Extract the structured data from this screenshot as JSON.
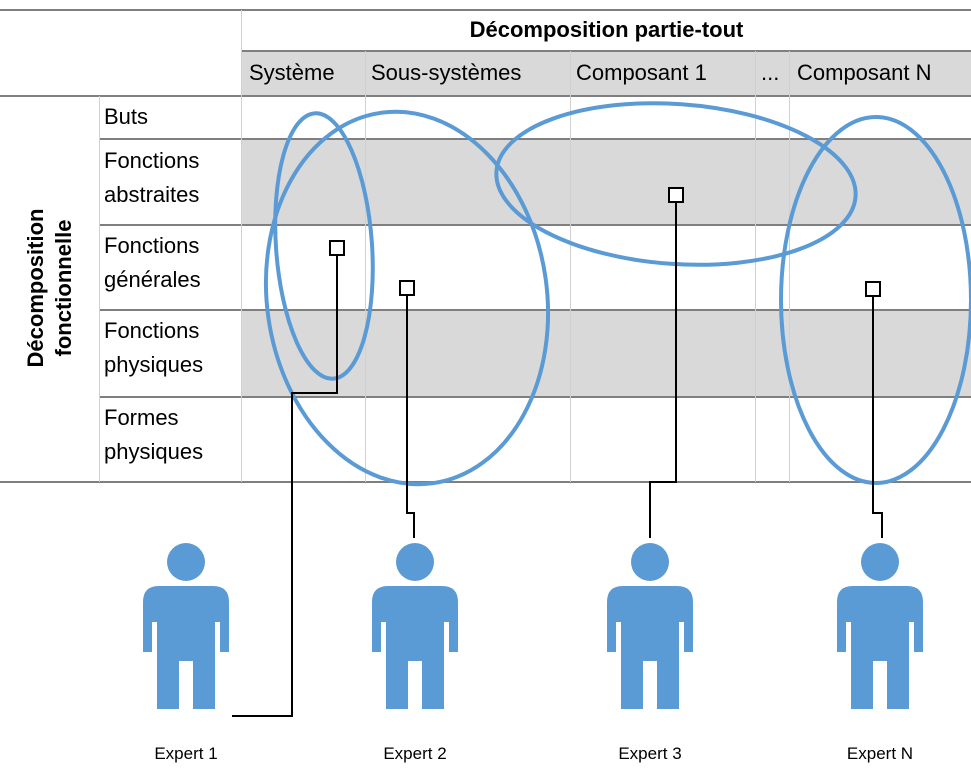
{
  "header": {
    "title": "Décomposition partie-tout",
    "columns": [
      "Système",
      "Sous-systèmes",
      "Composant 1",
      "...",
      "Composant N"
    ]
  },
  "side": {
    "label_line1": "Décomposition",
    "label_line2": "fonctionnelle"
  },
  "rows": [
    {
      "lines": [
        "Buts"
      ]
    },
    {
      "lines": [
        "Fonctions",
        "abstraites"
      ]
    },
    {
      "lines": [
        "Fonctions",
        "générales"
      ]
    },
    {
      "lines": [
        "Fonctions",
        "physiques"
      ]
    },
    {
      "lines": [
        "Formes",
        "physiques"
      ]
    }
  ],
  "experts": [
    {
      "label": "Expert 1"
    },
    {
      "label": "Expert 2"
    },
    {
      "label": "Expert 3"
    },
    {
      "label": "Expert N"
    }
  ],
  "colors": {
    "ellipse": "#5b9bd5",
    "person": "#5b9bd5",
    "shaded_row": "#d9d9d9",
    "rule": "#7f7f7f"
  }
}
